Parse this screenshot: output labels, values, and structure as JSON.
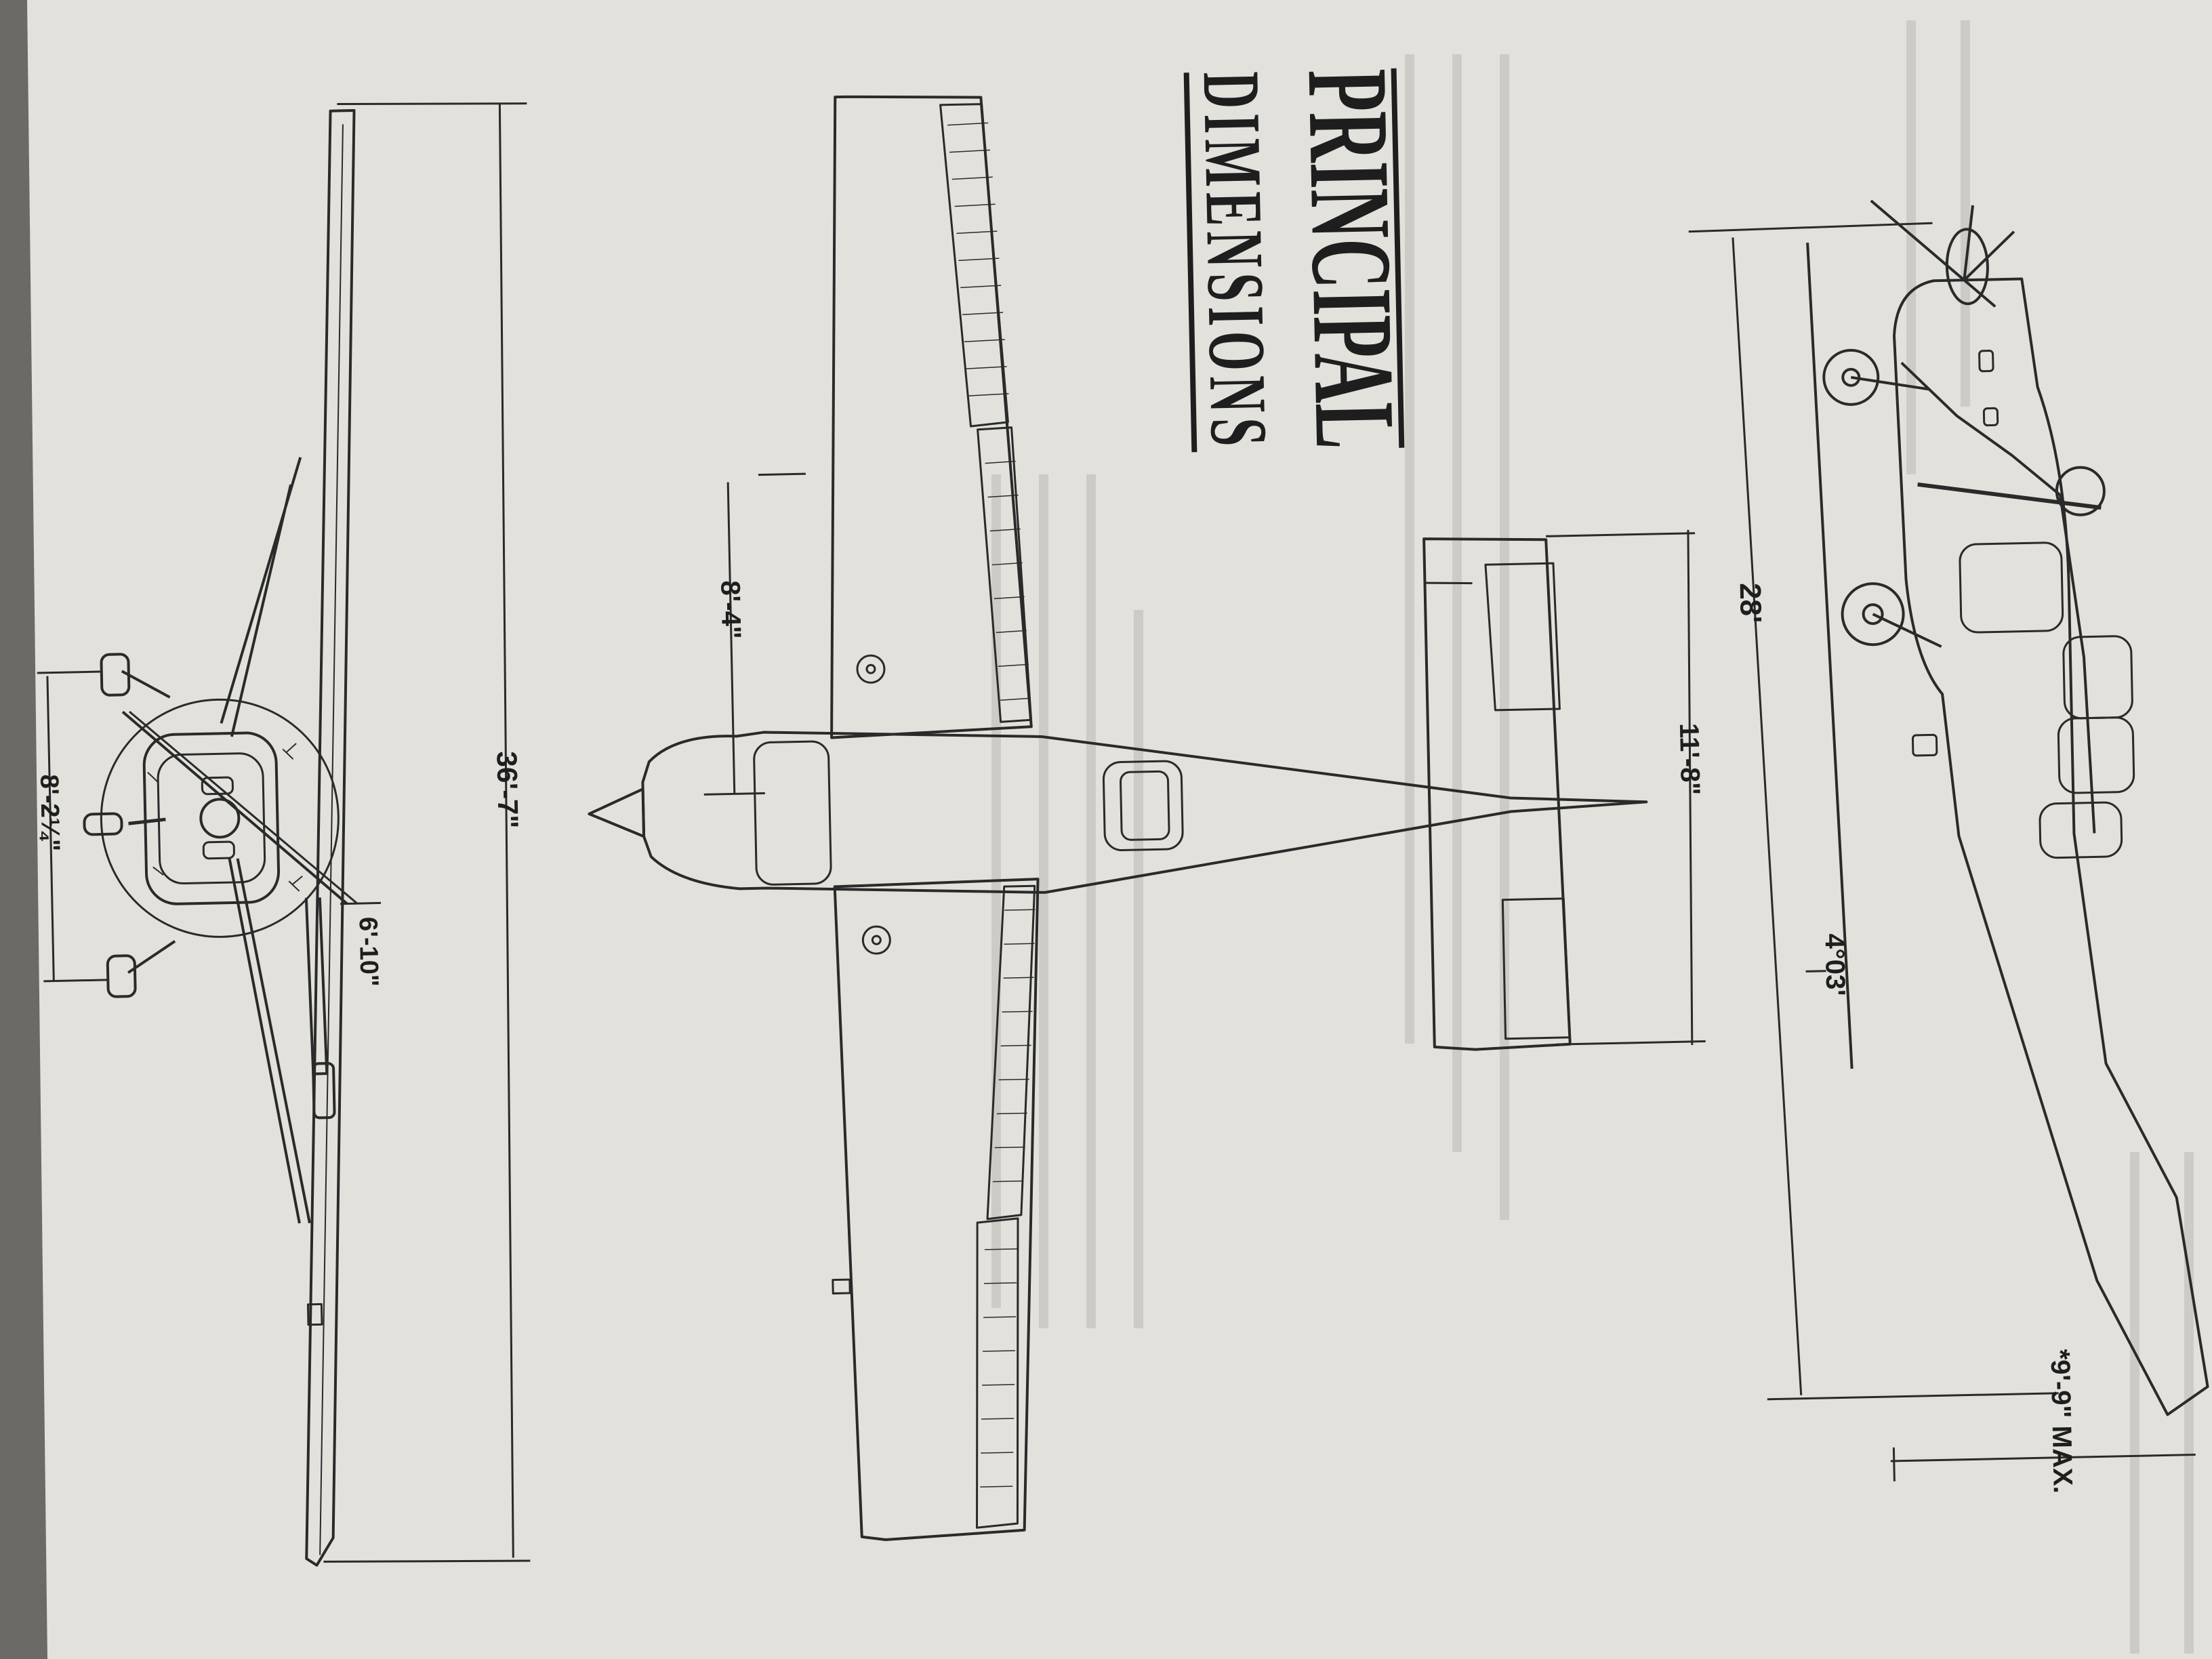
{
  "colors": {
    "paper": "#e2e1dc",
    "ink": "#2a2a2a",
    "title_ink": "#1e1e1e",
    "bleed": "#b7b6b0"
  },
  "title": {
    "line1": "PRINCIPAL",
    "line2": "DIMENSIONS"
  },
  "dimensions": {
    "propeller_height": "6'-10\"",
    "main_gear_track": "8'-2¼\"",
    "wingspan": "36'-7\"",
    "wing_root_chord": "8'-4\"",
    "stabilizer_span": "11'-8\"",
    "length": "28'",
    "dihedral_angle": "4°03'",
    "max_height": "*9'-9\" MAX."
  },
  "views": [
    "front-view",
    "top-view",
    "side-view"
  ]
}
